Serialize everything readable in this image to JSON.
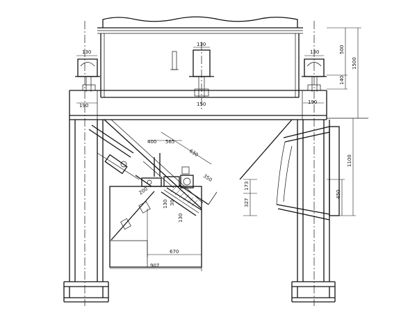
{
  "drawing": {
    "dimensions": {
      "d130_left": "130",
      "d130_center": "130",
      "d130_right": "130",
      "d190_left": "190",
      "d190_right": "190",
      "d150": "150",
      "d500": "500",
      "d1500": "1500",
      "d140": "140",
      "d1100": "1100",
      "d450": "450",
      "d400": "400",
      "d565": "565",
      "d630": "630",
      "d350": "350",
      "d173": "173",
      "d327": "327",
      "d670": "670",
      "d907": "907",
      "d130_small_a": "130",
      "d130_small_b": "130",
      "d30": "30",
      "d200": "200"
    }
  }
}
